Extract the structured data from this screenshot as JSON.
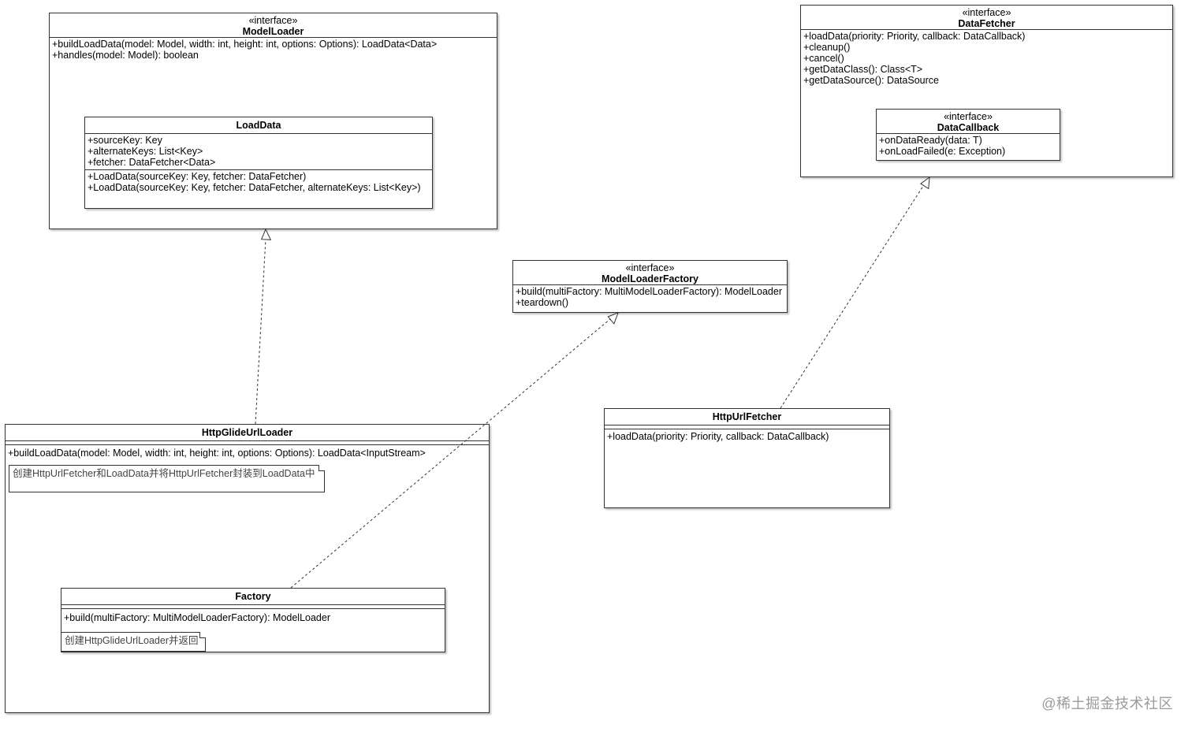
{
  "classes": {
    "modelloader": {
      "stereotype": "«interface»",
      "name": "ModelLoader",
      "methods": [
        "+buildLoadData(model: Model, width: int, height: int, options: Options): LoadData<Data>",
        "+handles(model: Model): boolean"
      ]
    },
    "loaddata": {
      "name": "LoadData",
      "fields": [
        "+sourceKey: Key",
        "+alternateKeys: List<Key>",
        "+fetcher: DataFetcher<Data>"
      ],
      "methods": [
        "+LoadData(sourceKey: Key, fetcher: DataFetcher)",
        "+LoadData(sourceKey: Key, fetcher: DataFetcher, alternateKeys: List<Key>)"
      ]
    },
    "datafetcher": {
      "stereotype": "«interface»",
      "name": "DataFetcher",
      "methods": [
        "+loadData(priority: Priority, callback: DataCallback)",
        "+cleanup()",
        "+cancel()",
        "+getDataClass(): Class<T>",
        "+getDataSource(): DataSource"
      ]
    },
    "datacallback": {
      "stereotype": "«interface»",
      "name": "DataCallback",
      "methods": [
        "+onDataReady(data: T)",
        "+onLoadFailed(e: Exception)"
      ]
    },
    "modelloaderfactory": {
      "stereotype": "«interface»",
      "name": "ModelLoaderFactory",
      "methods": [
        "+build(multiFactory: MultiModelLoaderFactory): ModelLoader",
        "+teardown()"
      ]
    },
    "httpglideurlloader": {
      "name": "HttpGlideUrlLoader",
      "methods": [
        "+buildLoadData(model: Model, width: int, height: int, options: Options): LoadData<InputStream>"
      ],
      "note": "创建HttpUrlFetcher和LoadData并将HttpUrlFetcher封装到LoadData中"
    },
    "factory": {
      "name": "Factory",
      "methods": [
        "+build(multiFactory: MultiModelLoaderFactory): ModelLoader"
      ],
      "note": "创建HttpGlideUrlLoader并返回"
    },
    "httpurlfetcher": {
      "name": "HttpUrlFetcher",
      "methods": [
        "+loadData(priority: Priority, callback: DataCallback)"
      ]
    }
  },
  "relations": [
    {
      "from": "HttpGlideUrlLoader",
      "to": "ModelLoader",
      "kind": "realization"
    },
    {
      "from": "Factory",
      "to": "ModelLoaderFactory",
      "kind": "realization"
    },
    {
      "from": "HttpUrlFetcher",
      "to": "DataFetcher",
      "kind": "realization"
    }
  ],
  "watermark": "@稀土掘金技术社区",
  "colors": {
    "line": "#333333",
    "background": "#ffffff",
    "watermark": "#9a9a9a"
  }
}
